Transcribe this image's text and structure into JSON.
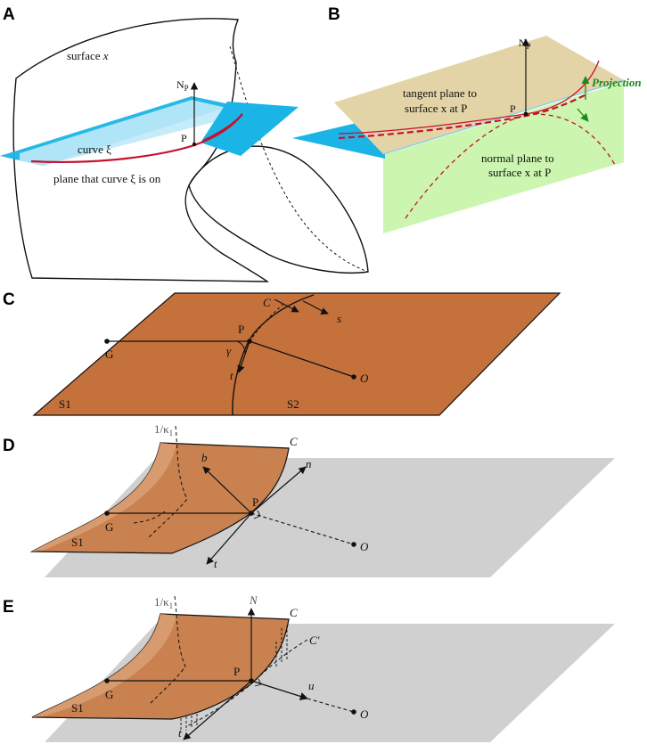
{
  "panels": {
    "a": {
      "letter": "A",
      "surface_label": "surface",
      "surface_var": "x",
      "normal_label": "N",
      "normal_sub": "P",
      "point_label": "P",
      "curve_label": "curve ξ",
      "plane_label": "plane that curve ξ is on"
    },
    "b": {
      "letter": "B",
      "normal_label": "N",
      "normal_sub": "P",
      "point_label": "P",
      "projection_label": "Projection",
      "tangent_line1": "tangent plane to",
      "tangent_line2": "surface x at P",
      "normal_line1": "normal plane to",
      "normal_line2": "surface x at P"
    },
    "c": {
      "letter": "C",
      "curve_label": "C",
      "arc_label": "s",
      "point_label": "P",
      "g_label": "G",
      "gamma_label": "γ",
      "t_label": "t",
      "o_label": "O",
      "s1_label": "S1",
      "s2_label": "S2"
    },
    "d": {
      "letter": "D",
      "radius_label": "1/κ",
      "radius_sub": "1",
      "curve_label": "C",
      "b_label": "b",
      "n_label": "n",
      "point_label": "P",
      "g_label": "G",
      "s1_label": "S1",
      "t_label": "t",
      "o_label": "O"
    },
    "e": {
      "letter": "E",
      "radius_label": "1/κ",
      "radius_sub": "1",
      "normal_label": "N",
      "curve_label": "C",
      "curve_prime_label": "C′",
      "point_label": "P",
      "g_label": "G",
      "u_label": "u",
      "s1_label": "S1",
      "t_label": "t",
      "o_label": "O"
    }
  },
  "colors": {
    "plane_blue": "#1ab4e6",
    "plane_blue_light": "#bfeaf7",
    "tan": "#e3d4a8",
    "green": "#ccf5b0",
    "red": "#c8102e",
    "orange": "#c4713c",
    "orange_light": "#d89a6f",
    "gray_plane": "#d0d0d0",
    "projection_green": "#1a8a1a"
  }
}
